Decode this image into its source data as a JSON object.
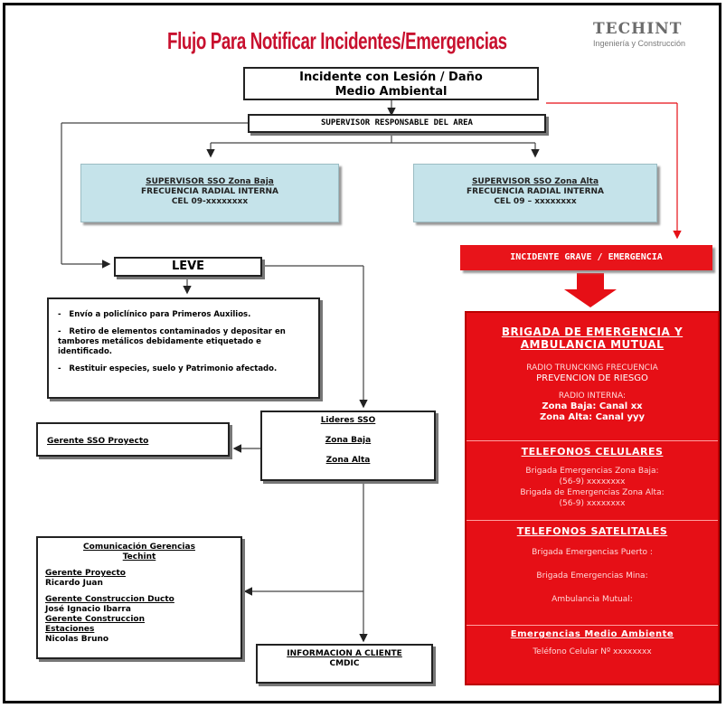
{
  "header": {
    "title": "Flujo Para Notificar Incidentes/Emergencias",
    "logo_name": "TECHINT",
    "logo_sub": "Ingeniería y Construcción"
  },
  "colors": {
    "accent_red": "#e60f16",
    "supervisor_box": "#c5e3ea"
  },
  "incident": {
    "line1": "Incidente con Lesión  /  Daño",
    "line2": "Medio Ambiental"
  },
  "supervisor": {
    "label": "SUPERVISOR  RESPONSABLE  DEL  AREA"
  },
  "sso_baja": {
    "title": "SUPERVISOR SSO Zona Baja",
    "freq": "FRECUENCIA  RADIAL  INTERNA",
    "cel": "CEL 09-xxxxxxxx"
  },
  "sso_alta": {
    "title": "SUPERVISOR SSO Zona Alta",
    "freq": "FRECUENCIA  RADIAL  INTERNA",
    "cel": "CEL 09 – xxxxxxxx"
  },
  "leve": {
    "label": "LEVE"
  },
  "actions": {
    "item1": "Envío a policlínico para Primeros Auxilios.",
    "item2": "Retiro de elementos contaminados y depositar en tambores metálicos debidamente etiquetado e identificado.",
    "item3": "Restituir especies, suelo y Patrimonio afectado."
  },
  "lideres": {
    "title": "Lideres SSO",
    "zona_baja": "Zona Baja",
    "zona_alta": "Zona Alta"
  },
  "gerente_sso": {
    "label": "Gerente SSO Proyecto"
  },
  "comunicacion": {
    "title1": "Comunicación Gerencias",
    "title2": "Techint",
    "gp_title": "Gerente Proyecto",
    "gp_name": "Ricardo Juan",
    "gcd_title": "Gerente Construccion Ducto",
    "gcd_name": "José Ignacio Ibarra",
    "gce_title1": "Gerente Construccion",
    "gce_title2": "Estaciones",
    "gce_name": "Nicolas Bruno"
  },
  "cliente": {
    "title": "INFORMACION  A  CLIENTE",
    "sub": "CMDIC"
  },
  "grave": {
    "label": "INCIDENTE  GRAVE  /  EMERGENCIA"
  },
  "brigada": {
    "title1": "BRIGADA DE EMERGENCIA Y",
    "title2": "AMBULANCIA MUTUAL",
    "radio_trunk": "RADIO TRUNCKING FRECUENCIA",
    "prevencion": "PREVENCION  DE  RIESGO",
    "radio_interna": "RADIO INTERNA:",
    "zona_baja": "Zona Baja:     Canal xx",
    "zona_alta": "Zona Alta:     Canal yyy"
  },
  "celulares": {
    "title": "TELEFONOS  CELULARES",
    "line1": "Brigada Emergencias Zona Baja:",
    "line2": "(56-9)  xxxxxxxx",
    "line3": "Brigada de Emergencias Zona Alta:",
    "line4": "(56-9)  xxxxxxxx"
  },
  "satelitales": {
    "title": "TELEFONOS  SATELITALES",
    "line1": "Brigada Emergencias Puerto :",
    "line2": "Brigada Emergencias Mina:",
    "line3": "Ambulancia Mutual:"
  },
  "medio_ambiente": {
    "title": "Emergencias  Medio  Ambiente",
    "line1": "Teléfono Celular Nº  xxxxxxxx"
  }
}
